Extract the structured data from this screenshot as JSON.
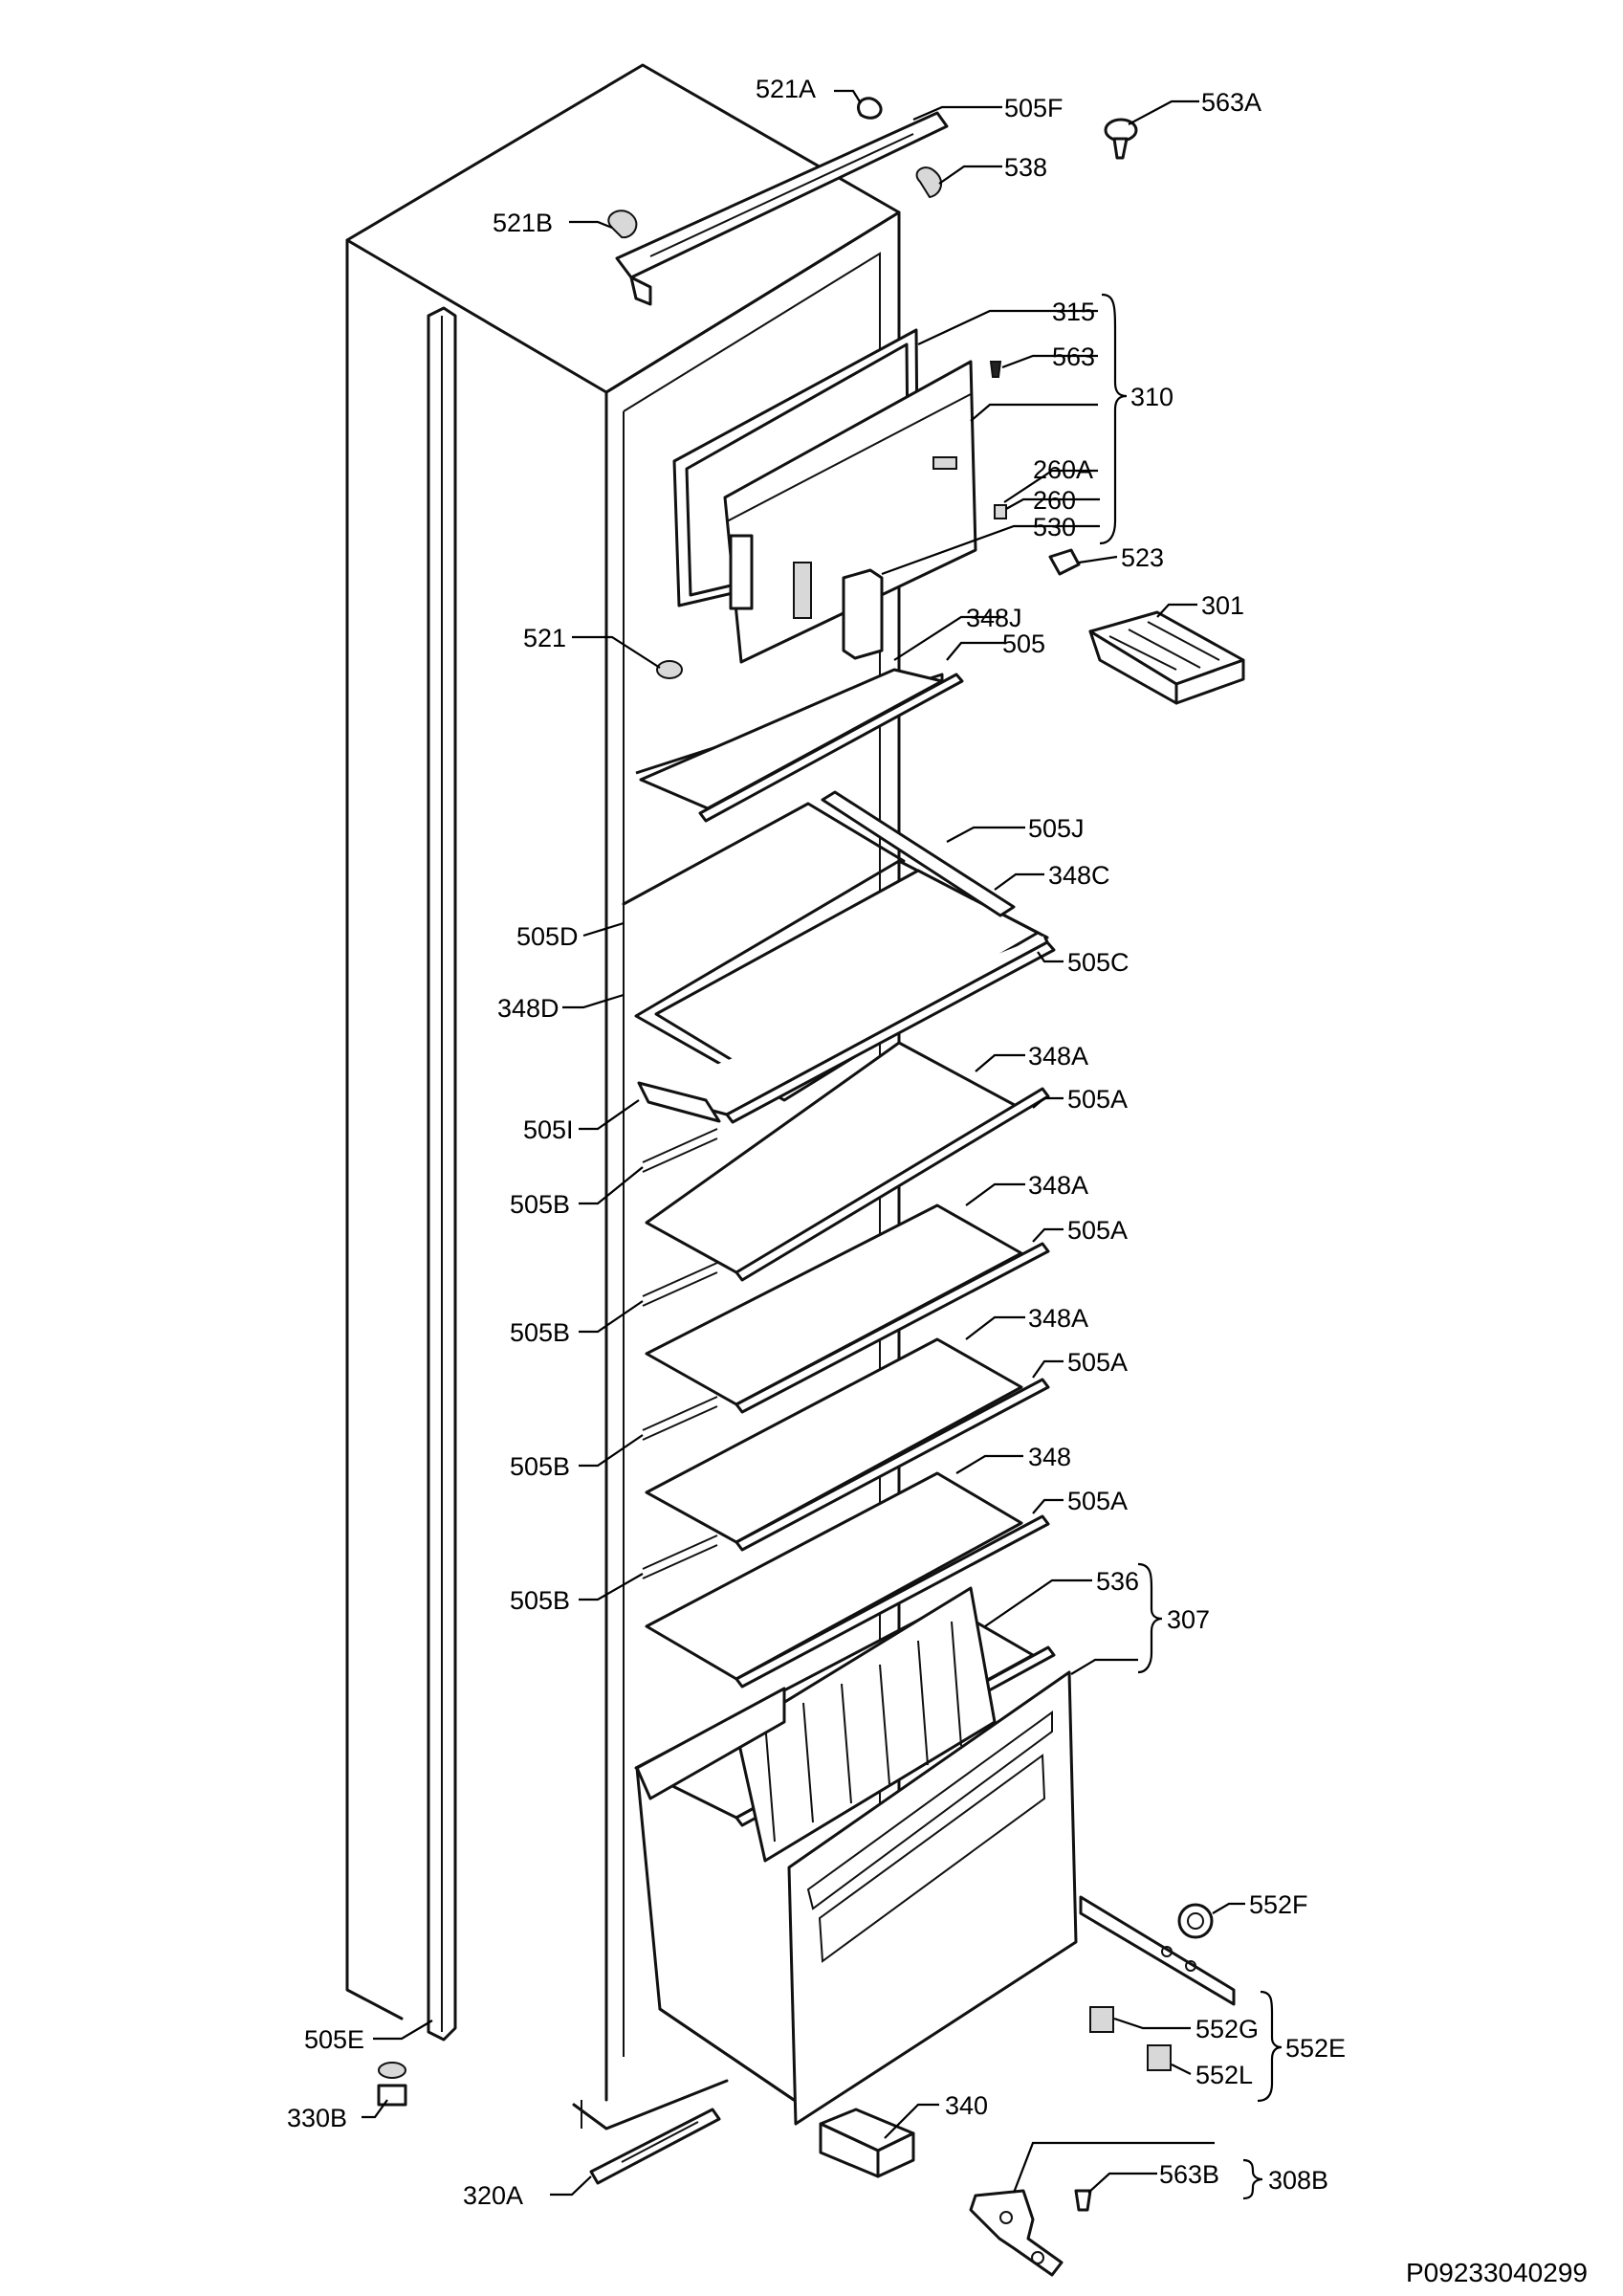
{
  "diagram": {
    "labels": {
      "l521A": "521A",
      "l505F": "505F",
      "l563A": "563A",
      "l538": "538",
      "l521B": "521B",
      "l315": "315",
      "l563": "563",
      "l310": "310",
      "l260A": "260A",
      "l260": "260",
      "l530": "530",
      "l523": "523",
      "l301": "301",
      "l521": "521",
      "l348J": "348J",
      "l505": "505",
      "l505J": "505J",
      "l348C": "348C",
      "l505D": "505D",
      "l505C": "505C",
      "l348D": "348D",
      "l348A_1": "348A",
      "l505A_1": "505A",
      "l505I": "505I",
      "l505B_1": "505B",
      "l348A_2": "348A",
      "l505A_2": "505A",
      "l505B_2": "505B",
      "l348A_3": "348A",
      "l505A_3": "505A",
      "l505B_3": "505B",
      "l348": "348",
      "l505A_4": "505A",
      "l505B_4": "505B",
      "l536": "536",
      "l307": "307",
      "l552F": "552F",
      "l552G": "552G",
      "l552E": "552E",
      "l552L": "552L",
      "l505E": "505E",
      "l330B": "330B",
      "l340": "340",
      "l563B": "563B",
      "l308B": "308B",
      "l320A": "320A"
    },
    "drawing_code": "P09233040299"
  }
}
